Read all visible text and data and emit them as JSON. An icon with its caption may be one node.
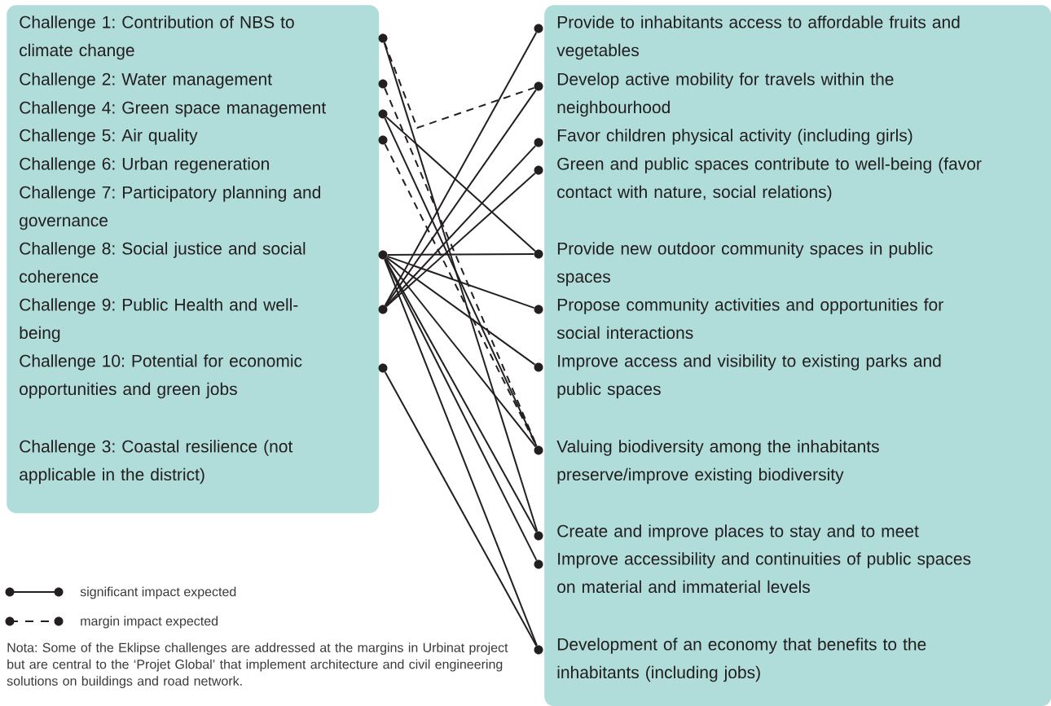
{
  "diagram": {
    "nodes": [
      {
        "text": [],
        "shape": "box"
      },
      {
        "text": [
          "Challenge 1: Contribution of NBS to climate change"
        ],
        "in": 0
      },
      {
        "text": [
          "Challenge 2: Water management"
        ],
        "in": 0
      },
      {
        "text": [
          "Challenge 4: Green space management"
        ],
        "in": 0
      },
      {
        "text": [
          "Challenge 5: Air quality"
        ],
        "in": 0
      },
      {
        "text": [
          "Challenge 6: Urban regeneration"
        ],
        "in": 0
      },
      {
        "text": [
          "Challenge 7: Participatory planning and governance"
        ],
        "in": 0
      },
      {
        "text": [
          "Challenge 8: Social justice and social coherence"
        ],
        "in": 0
      },
      {
        "text": [
          "Challenge 9: Public Health and well-being"
        ],
        "in": 0
      },
      {
        "text": [
          "Challenge 10: Potential for economic opportunities and green jobs"
        ],
        "in": 0
      },
      {
        "text": [
          "Challenge 3: Coastal resilience (not applicable in the district)"
        ],
        "in": 0
      },
      {
        "text": [],
        "shape": "box"
      },
      {
        "text": [
          "Provide to inhabitants access to affordable fruits and vegetables"
        ],
        "in": 11
      },
      {
        "text": [
          "Develop active mobility for travels within the neighbourhood"
        ],
        "in": 11
      },
      {
        "text": [
          "Favor children physical activity (including girls)"
        ],
        "in": 11
      },
      {
        "text": [
          "Green and public spaces contribute to well-being (favor contact with nature, social relations)"
        ],
        "in": 11
      },
      {
        "text": [
          "Provide new outdoor community spaces in public spaces"
        ],
        "in": 11
      },
      {
        "text": [
          "Propose community activities and opportunities for social interactions"
        ],
        "in": 11
      },
      {
        "text": [
          "Improve access and visibility to existing parks and public spaces"
        ],
        "in": 11
      },
      {
        "text": [
          "Valuing biodiversity among the inhabitants preserve/improve existing biodiversity"
        ],
        "in": 11
      },
      {
        "text": [
          "Create and improve places to stay and to meet"
        ],
        "in": 11
      },
      {
        "text": [
          "Improve accessibility and continuities of public spaces on material and immaterial levels"
        ],
        "in": 11
      },
      {
        "text": [
          "Development of an economy that benefits to the inhabitants (including jobs)"
        ],
        "in": 11
      },
      {
        "text": [],
        "shape": "circle"
      },
      {
        "text": [],
        "shape": "circle"
      },
      {
        "text": [],
        "shape": "circle"
      },
      {
        "text": [],
        "shape": "circle"
      },
      {
        "text": [],
        "shape": "circle"
      },
      {
        "text": [],
        "shape": "circle"
      },
      {
        "text": [],
        "shape": "circle"
      },
      {
        "text": [],
        "shape": "circle"
      },
      {
        "text": [],
        "shape": "circle"
      },
      {
        "text": [],
        "shape": "circle"
      },
      {
        "text": [],
        "shape": "circle"
      },
      {
        "text": [],
        "shape": "circle"
      },
      {
        "text": [],
        "shape": "circle"
      },
      {
        "text": [],
        "shape": "circle"
      },
      {
        "text": [],
        "shape": "circle"
      },
      {
        "text": [],
        "shape": "circle"
      },
      {
        "text": [],
        "shape": "circle"
      },
      {
        "text": [],
        "shape": "circle"
      }
    ],
    "edges": [
      {
        "from": 23,
        "to": 31,
        "arrow": "none",
        "style": "dashed"
      },
      {
        "from": 23,
        "to": 38,
        "arrow": "none"
      },
      {
        "from": 24,
        "to": 37,
        "arrow": "none",
        "style": "dashed"
      },
      {
        "from": 25,
        "to": 34,
        "arrow": "none"
      },
      {
        "from": 25,
        "to": 37,
        "arrow": "none"
      },
      {
        "from": 26,
        "to": 37,
        "arrow": "none",
        "style": "dashed"
      },
      {
        "from": 27,
        "to": 34,
        "arrow": "none"
      },
      {
        "from": 27,
        "to": 35,
        "arrow": "none"
      },
      {
        "from": 27,
        "to": 36,
        "arrow": "none"
      },
      {
        "from": 27,
        "to": 37,
        "arrow": "none"
      },
      {
        "from": 27,
        "to": 38,
        "arrow": "none"
      },
      {
        "from": 27,
        "to": 39,
        "arrow": "none"
      },
      {
        "from": 27,
        "to": 40,
        "arrow": "none"
      },
      {
        "from": 28,
        "to": 30,
        "arrow": "none"
      },
      {
        "from": 28,
        "to": 31,
        "arrow": "none"
      },
      {
        "from": 28,
        "to": 32,
        "arrow": "none"
      },
      {
        "from": 28,
        "to": 33,
        "arrow": "none"
      },
      {
        "from": 29,
        "to": 40,
        "arrow": "none"
      }
    ],
    "labels": [
      "Nota: Some of the Eklipse challenges are addressed at the margins in Urbinat project but are central to the ‘Projet Global’ that implement architecture and civil engineering solutions on buildings and road network."
    ],
    "legend": [
      {
        "text": "significant impact expected"
      },
      {
        "text": "margin impact expected"
      }
    ]
  }
}
